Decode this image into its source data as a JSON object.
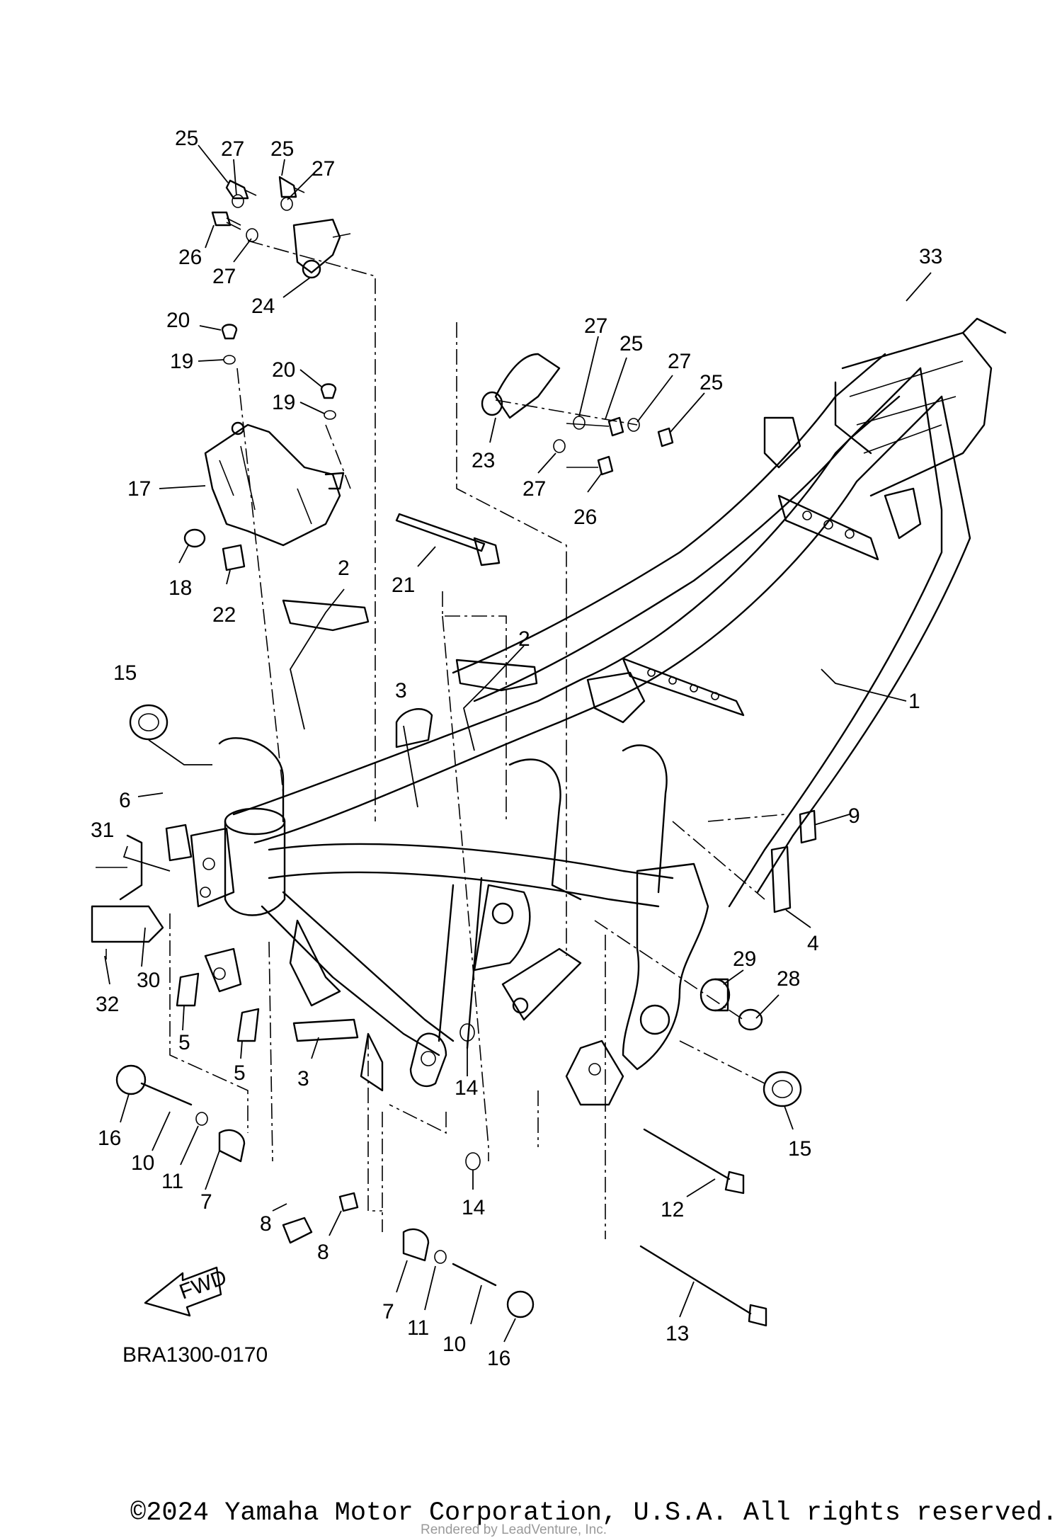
{
  "diagram_code": "BRA1300-0170",
  "fwd_label": "FWD",
  "copyright": "©2024 Yamaha Motor Corporation, U.S.A. All rights reserved.",
  "watermark": "Rendered by LeadVenture, Inc.",
  "callouts": [
    "25",
    "27",
    "25",
    "27",
    "26",
    "27",
    "24",
    "20",
    "19",
    "20",
    "19",
    "17",
    "18",
    "22",
    "33",
    "27",
    "25",
    "27",
    "25",
    "23",
    "27",
    "26",
    "21",
    "2",
    "2",
    "1",
    "15",
    "3",
    "6",
    "31",
    "9",
    "4",
    "30",
    "32",
    "29",
    "28",
    "5",
    "5",
    "3",
    "14",
    "15",
    "16",
    "10",
    "11",
    "7",
    "12",
    "14",
    "8",
    "8",
    "7",
    "11",
    "10",
    "16",
    "13"
  ]
}
